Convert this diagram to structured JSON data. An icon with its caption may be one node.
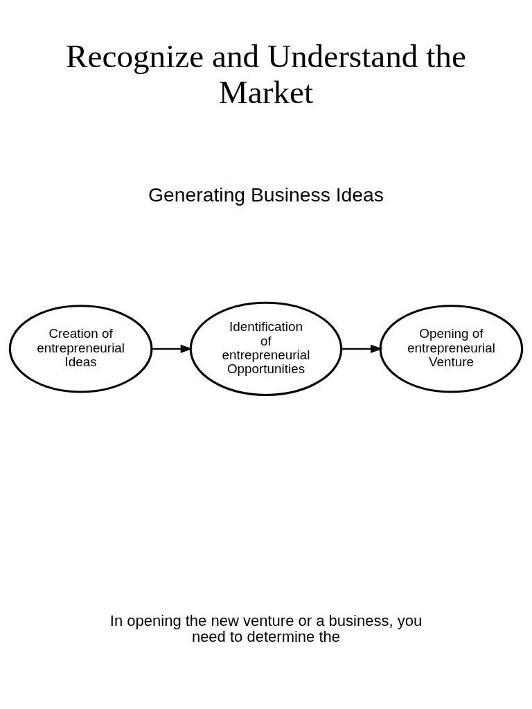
{
  "diagram": {
    "title": "Recognize and Understand the Market",
    "nodes": [
      {
        "text": [
          "Creation of entrepreneurial Ideas"
        ]
      },
      {
        "text": [
          "Identification of entrepreneurial Opportunities"
        ]
      },
      {
        "text": [
          "Opening of entrepreneurial Venture"
        ]
      }
    ],
    "edges": [
      {
        "from": 0,
        "to": 1,
        "arrow": "to"
      },
      {
        "from": 1,
        "to": 2,
        "arrow": "to"
      }
    ],
    "labels": [
      "Generating Business Ideas",
      "In opening the new venture or a business, you need to determine the"
    ]
  }
}
